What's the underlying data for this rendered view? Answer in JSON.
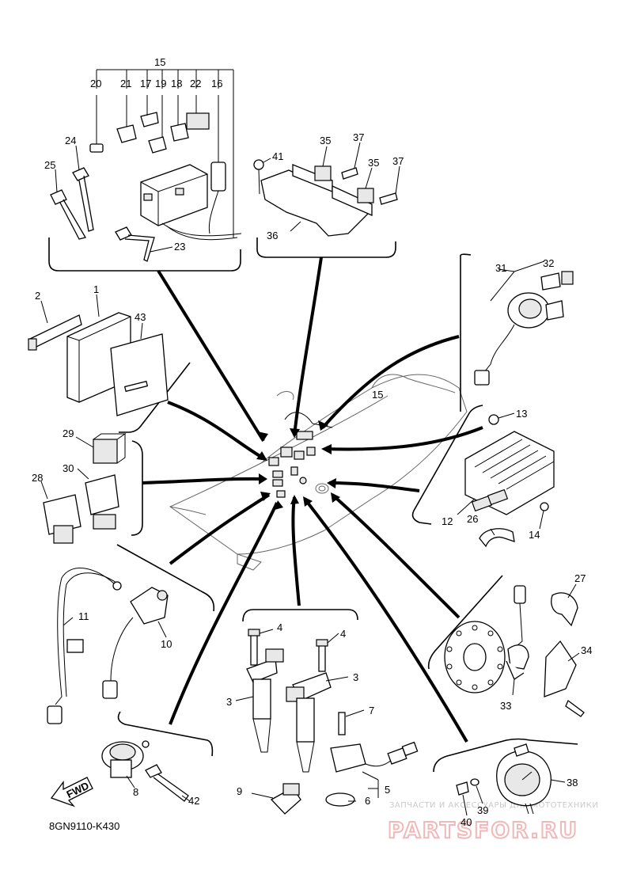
{
  "diagram": {
    "code": "8GN9110-K430",
    "fwd_label": "FWD",
    "callouts": {
      "c1": "1",
      "c2": "2",
      "c3a": "3",
      "c3b": "3",
      "c4a": "4",
      "c4b": "4",
      "c5": "5",
      "c6": "6",
      "c7": "7",
      "c8": "8",
      "c9": "9",
      "c10": "10",
      "c11": "11",
      "c12": "12",
      "c13": "13",
      "c14": "14",
      "c15a": "15",
      "c15b": "15",
      "c16": "16",
      "c17": "17",
      "c18": "18",
      "c19": "19",
      "c20": "20",
      "c21": "21",
      "c22": "22",
      "c23": "23",
      "c24": "24",
      "c25": "25",
      "c26": "26",
      "c27": "27",
      "c28": "28",
      "c29": "29",
      "c30": "30",
      "c31": "31",
      "c32": "32",
      "c33": "33",
      "c34": "34",
      "c35a": "35",
      "c35b": "35",
      "c36": "36",
      "c37a": "37",
      "c37b": "37",
      "c38": "38",
      "c39": "39",
      "c40": "40",
      "c41": "41",
      "c42": "42",
      "c43": "43"
    }
  },
  "watermark": {
    "top_text": "ЗАПЧАСТИ И АКСЕССУАРЫ ДЛЯ МОТОТЕХНИКИ",
    "brand_text": "PARTSFOR.RU"
  }
}
